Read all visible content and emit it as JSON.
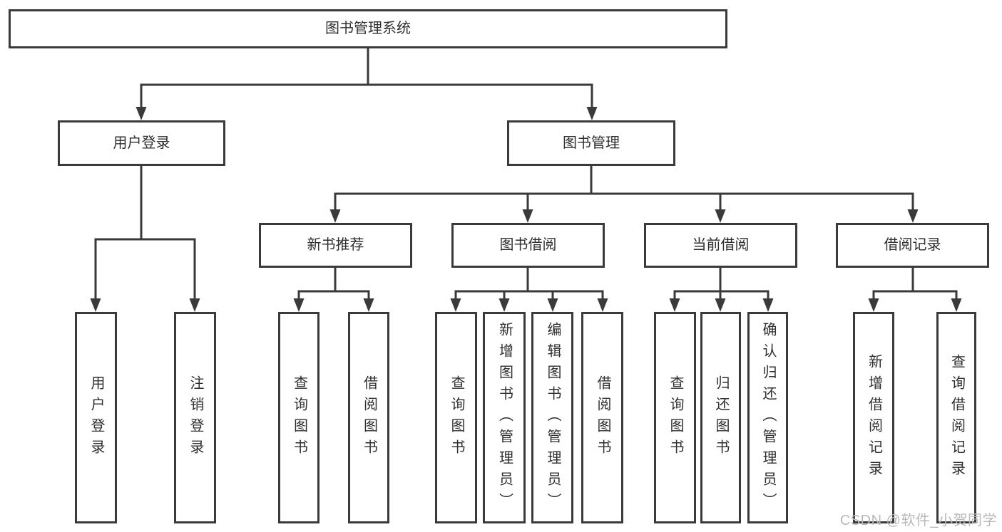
{
  "diagram": {
    "root_label": "图书管理系统",
    "level2": [
      {
        "label": "用户登录",
        "children": [
          "用户登录",
          "注销登录"
        ]
      },
      {
        "label": "图书管理"
      }
    ],
    "level3": [
      {
        "label": "新书推荐",
        "children": [
          "查询图书",
          "借阅图书"
        ]
      },
      {
        "label": "图书借阅",
        "children": [
          "查询图书",
          "新增图书（管理员）",
          "编辑图书（管理员）",
          "借阅图书"
        ]
      },
      {
        "label": "当前借阅",
        "children": [
          "查询图书",
          "归还图书",
          "确认归还（管理员）"
        ]
      },
      {
        "label": "借阅记录",
        "children": [
          "新增借阅记录",
          "查询借阅记录"
        ]
      }
    ],
    "watermark": "CSDN @软件_小贺同学",
    "colors": {
      "line": "#3a3a3a",
      "text": "#2f2f2f",
      "box_fill": "#ffffff",
      "watermark": "#b9b9b9",
      "background": "#ffffff"
    }
  }
}
